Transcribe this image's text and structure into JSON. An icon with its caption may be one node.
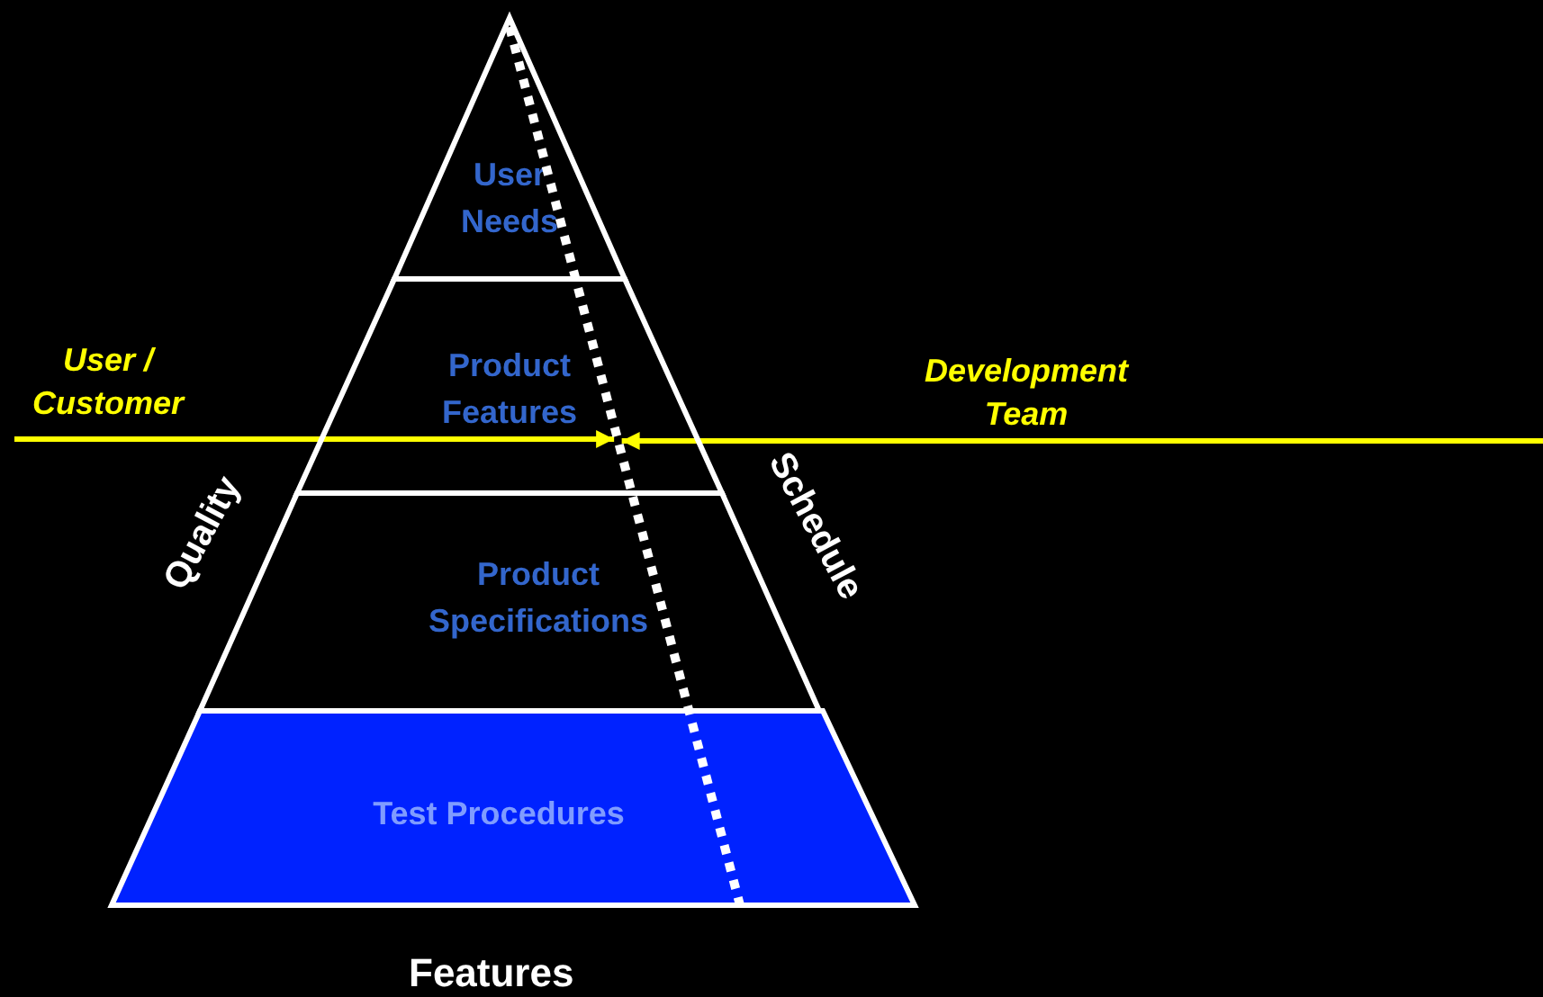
{
  "diagram": {
    "nodes": [
      {
        "text": [
          "User Needs"
        ]
      },
      {
        "text": [
          "Product Features"
        ]
      },
      {
        "text": [
          "Product Specifications"
        ]
      },
      {
        "text": [
          "Test Procedures"
        ]
      },
      {
        "text": [],
        "shape": "line"
      }
    ],
    "edges": [
      {
        "from": null,
        "to": 4,
        "arrow": "to",
        "label": "User / Customer",
        "color": "#ffff00"
      },
      {
        "from": null,
        "to": 4,
        "arrow": "to",
        "label": "Development Team",
        "color": "#ffff00"
      }
    ],
    "labels": [
      "Quality",
      "Schedule",
      "Features"
    ]
  }
}
